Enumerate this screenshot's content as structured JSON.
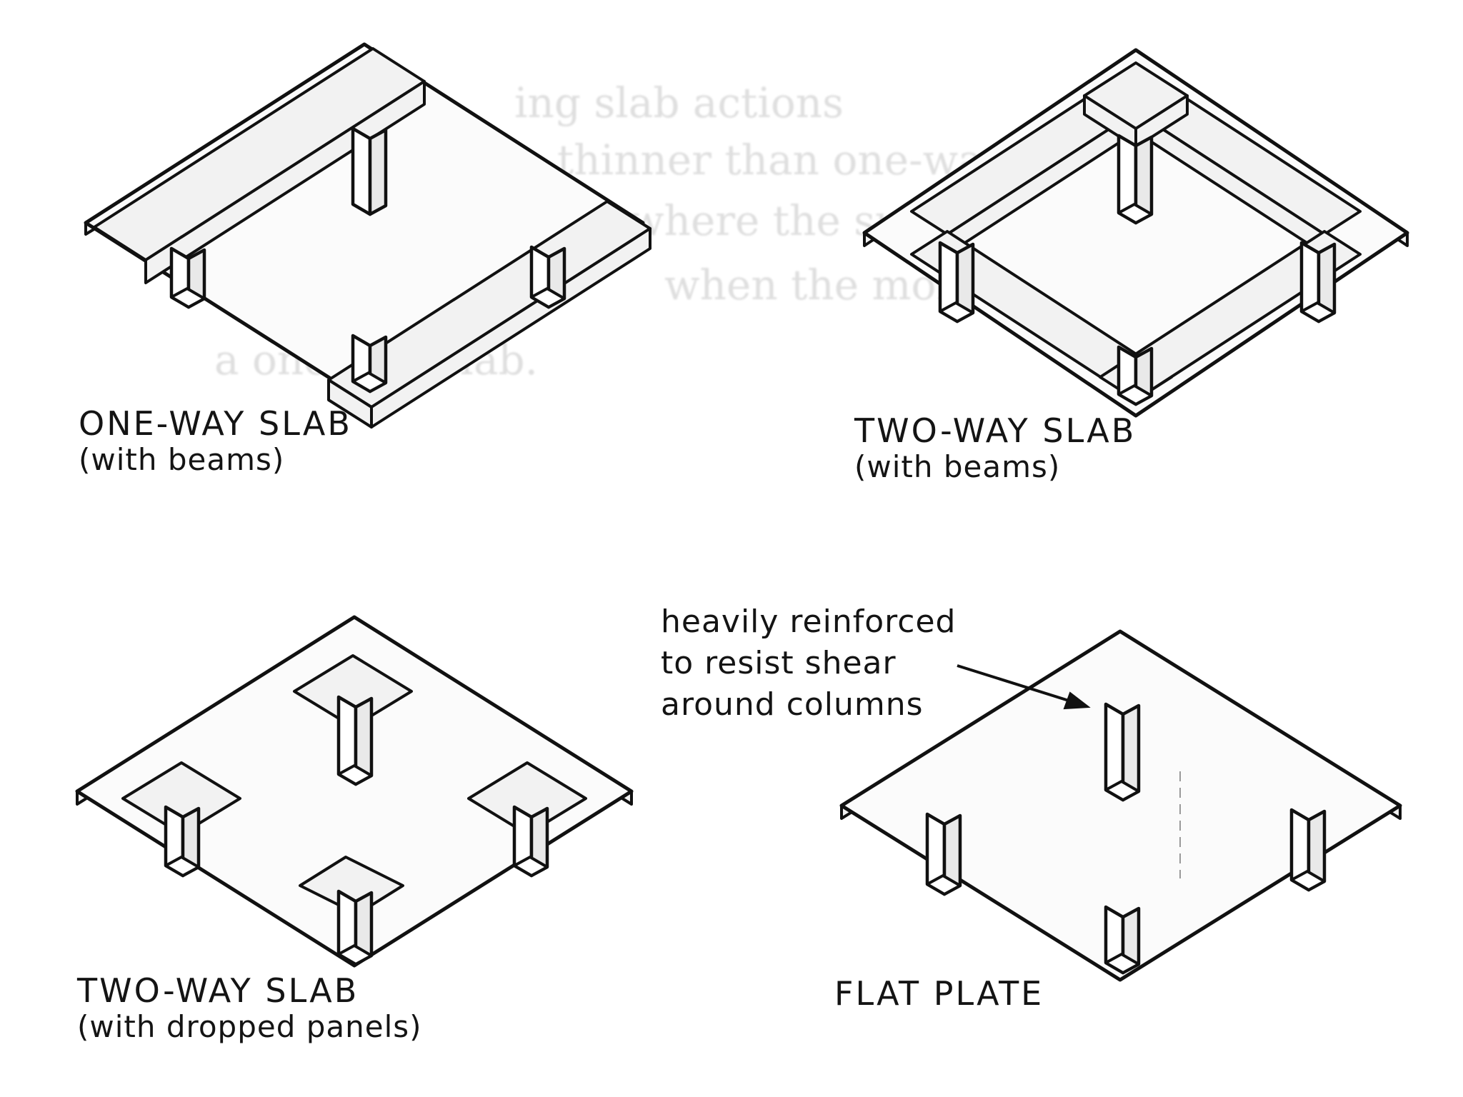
{
  "background_show_through": [
    "ing slab actions",
    "thinner than one-way slabs",
    "where the support spacing",
    "when the more is expected.",
    "a one-way slab."
  ],
  "captions": {
    "one_way": {
      "title": "ONE-WAY SLAB",
      "sub": "(with beams)"
    },
    "two_way_beams": {
      "title": "TWO-WAY SLAB",
      "sub": "(with beams)"
    },
    "two_way_dropped": {
      "title": "TWO-WAY SLAB",
      "sub": "(with dropped panels)"
    },
    "flat_plate": {
      "title": "FLAT PLATE",
      "sub": ""
    }
  },
  "annotation": {
    "line1": "heavily reinforced",
    "line2": "to resist shear",
    "line3": "around columns"
  }
}
